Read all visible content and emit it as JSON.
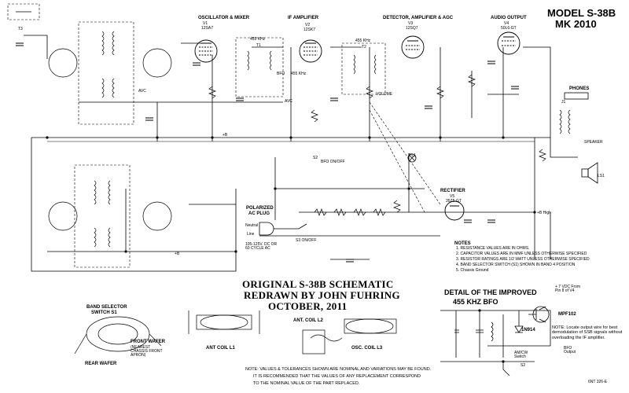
{
  "header": {
    "model": "MODEL S-38B",
    "mk": "MK 2010"
  },
  "stages": {
    "osc_mixer": "OSCILLATOR & MIXER",
    "osc_tube_ref": "V1",
    "osc_tube_type": "12SA7",
    "if_amp": "IF AMPLIFIER",
    "if_tube_ref": "V2",
    "if_tube_type": "12SK7",
    "detector": "DETECTOR, AMPLIFIER & AGC",
    "det_tube_ref": "V3",
    "det_tube_type": "12SQ7",
    "audio": "AUDIO OUTPUT",
    "audio_tube_ref": "V4",
    "audio_tube_type": "50L6-GT",
    "rectifier": "RECTIFIER",
    "rect_tube_ref": "V5",
    "rect_tube_type": "35Z5-GT"
  },
  "labels": {
    "if_freq_1": "455 KHz",
    "if_freq_2": "455 KHz",
    "t1": "T1",
    "t2": "T2",
    "t3": "T3",
    "avc": "AVC",
    "avc2": "AVC",
    "bfo": "BFO",
    "bfo_freq": "455 KHz",
    "s2": "S2",
    "bfo_onoff": "BFO ON/OFF",
    "volume": "VOLUME",
    "phones": "PHONES",
    "speaker": "SPEAKER",
    "b_high": "+B High",
    "b_plus": "+B",
    "b_plus2": "+B",
    "polarized": "POLARIZED",
    "ac_plug": "AC PLUG",
    "neutral": "Neutral",
    "line": "Line",
    "ac_rating": "105-125V. DC OR 60 CYCLE AC",
    "s3_onoff": "S3 ON/OFF",
    "band_selector": "BAND SELECTOR",
    "switch_s1": "SWITCH S1",
    "front_wafer": "FRONT WAFER",
    "nearest_chassis": "(NEAREST CHASSIS FRONT APRON)",
    "rear_wafer": "REAR WAFER",
    "ant_coil_l1": "ANT COIL L1",
    "ant_coil_l2": "ANT. COIL L2",
    "osc_coil_l3": "OSC. COIL L3",
    "pilot": "PL1",
    "ls1": "LS1",
    "j1": "J1",
    "ref_no": "6NT 326-E"
  },
  "notes": {
    "title": "NOTES",
    "items": [
      "1.  RESISTANCE VALUES ARE IN OHMS.",
      "2.  CAPACITOR VALUES ARE IN MMF UNLESS OTHERWISE SPECIFIED",
      "3.  RESISTOR RATINGS ARE 1/2 WATT UNLESS OTHERWISE SPECIFIED",
      "4.  BAND SELECTOR SWITCH (S1) SHOWN IN BAND 4 POSITION",
      "5.  Chassis Ground"
    ]
  },
  "credit": {
    "line1": "ORIGINAL S-38B SCHEMATIC",
    "line2": "REDRAWN BY JOHN FUHRING",
    "line3": "OCTOBER, 2011"
  },
  "bfo_detail": {
    "title1": "DETAIL OF THE IMPROVED",
    "title2": "455 KHZ BFO",
    "transistor": "MPF102",
    "diode": "1N914",
    "supply": "+ 7 VDC From Pin 8 of V4",
    "bfo_out": "BFO Output",
    "switch": "AM/CW Switch",
    "s2": "S2",
    "note": "NOTE: Locate output wire for best demodulation of SSB signals without overloading the IF amplifier."
  },
  "footer_note": {
    "line1": "NOTE: VALUES & TOLERANCES SHOWN ARE NOMINAL AND VARIATIONS MAY BE FOUND.",
    "line2": "IT IS RECOMMENDED THAT THE VALUES OF ANY REPLACEMENT CORRESPOND",
    "line3": "TO THE NOMINAL VALUE OF THE PART REPLACED."
  }
}
